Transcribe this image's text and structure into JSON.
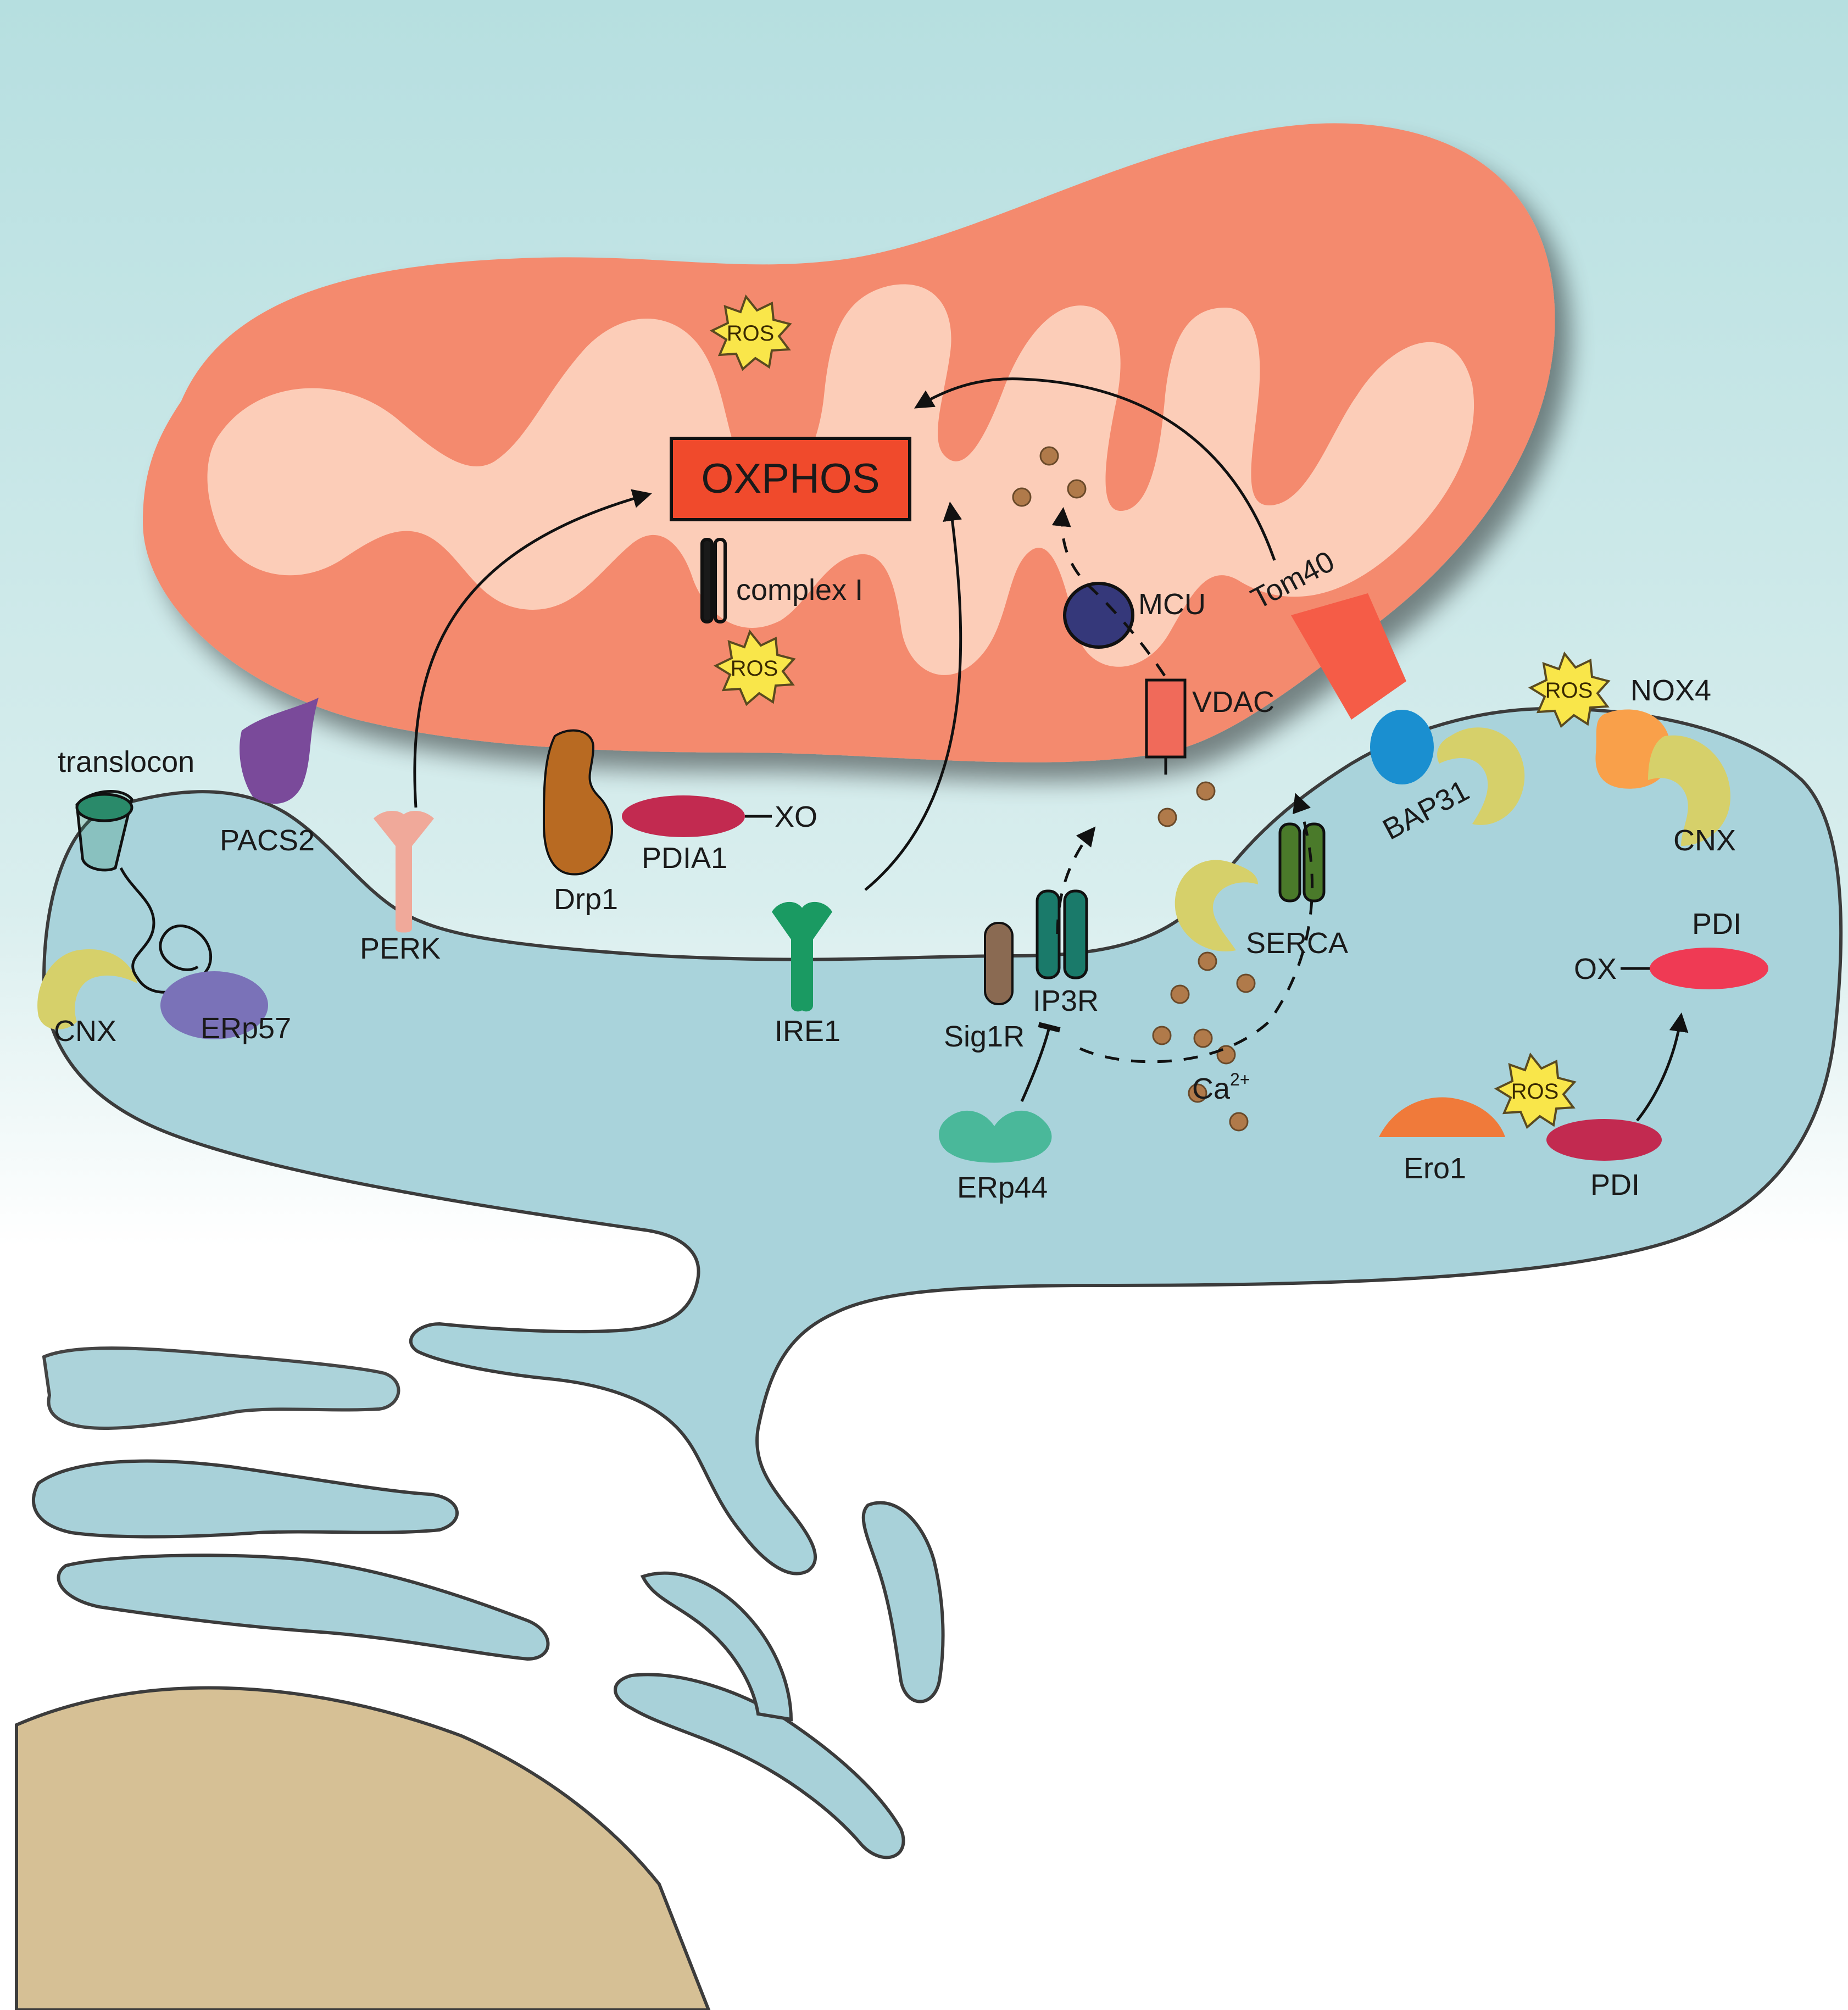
{
  "labels": {
    "oxphos": "OXPHOS",
    "complex_i": "complex I",
    "ros": "ROS",
    "mcu": "MCU",
    "tom40": "Tom40",
    "vdac": "VDAC",
    "nox4": "NOX4",
    "bap31": "BAP31",
    "cnx": "CNX",
    "translocon": "translocon",
    "pacs2": "PACS2",
    "perk": "PERK",
    "drp1": "Drp1",
    "pdia1": "PDIA1",
    "xo": "XO",
    "ire1": "IRE1",
    "sig1r": "Sig1R",
    "ip3r": "IP3R",
    "serca": "SERCA",
    "ca": "Ca",
    "ca_charge": "2+",
    "erp57": "ERp57",
    "erp44": "ERp44",
    "ox": "OX",
    "pdi": "PDI",
    "ero1": "Ero1"
  },
  "colors": {
    "background_top": "#b9e0e0",
    "background_bottom": "#ffffff",
    "er": "#a9d3db",
    "mito_outer": "#f48a6e",
    "mito_inner": "#fccdb8",
    "oxphos_box": "#f04a2c",
    "ros_star": "#f9e64a",
    "nucleus": "#d6c095"
  }
}
